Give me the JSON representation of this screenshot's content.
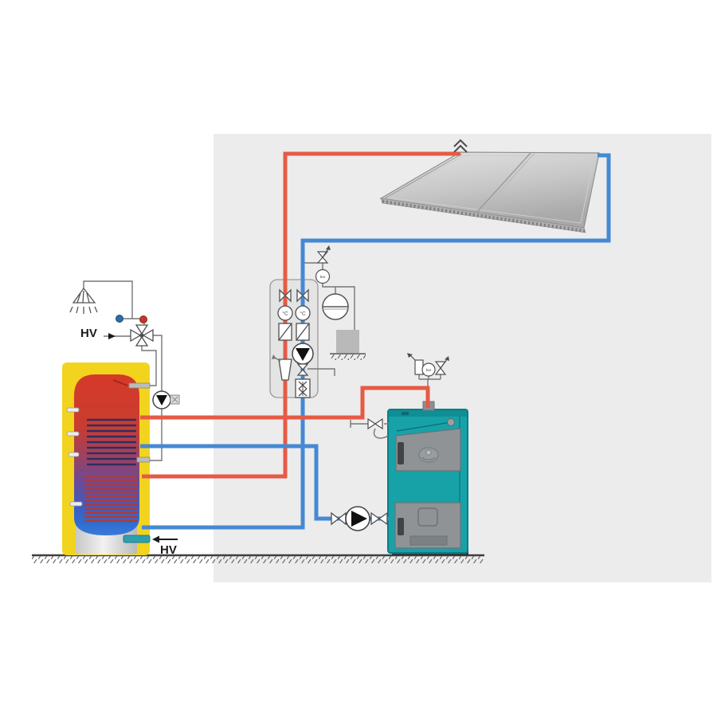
{
  "labels": {
    "hv_top": "HV",
    "hv_bottom": "HV",
    "temperature_unit": "°C",
    "pressure_unit": "bar"
  },
  "colors": {
    "hot_pipe": "#e65a45",
    "cold_pipe": "#4589d4",
    "tank_insulation": "#f2d41e",
    "tank_top": "#d63a28",
    "tank_bottom": "#2e6ed2",
    "boiler_body": "#17a2a8",
    "background_panel": "#ececec",
    "ground": "#3f3f3f"
  },
  "icons": [
    "solar-collector",
    "air-vent-chevrons",
    "buffer-tank",
    "upper-coil",
    "lower-coil",
    "shower-head",
    "mixing-valve",
    "circulation-pump",
    "solar-pump-station",
    "shutoff-valve",
    "thermometer-gauge",
    "check-valve",
    "solar-pump",
    "flow-meter",
    "filter-funnel",
    "safety-valve",
    "pressure-gauge",
    "expansion-vessel",
    "collecting-tank",
    "boiler",
    "boiler-safety-group",
    "thermal-discharge-valve",
    "boiler-loop-pump",
    "ground-hatch"
  ]
}
